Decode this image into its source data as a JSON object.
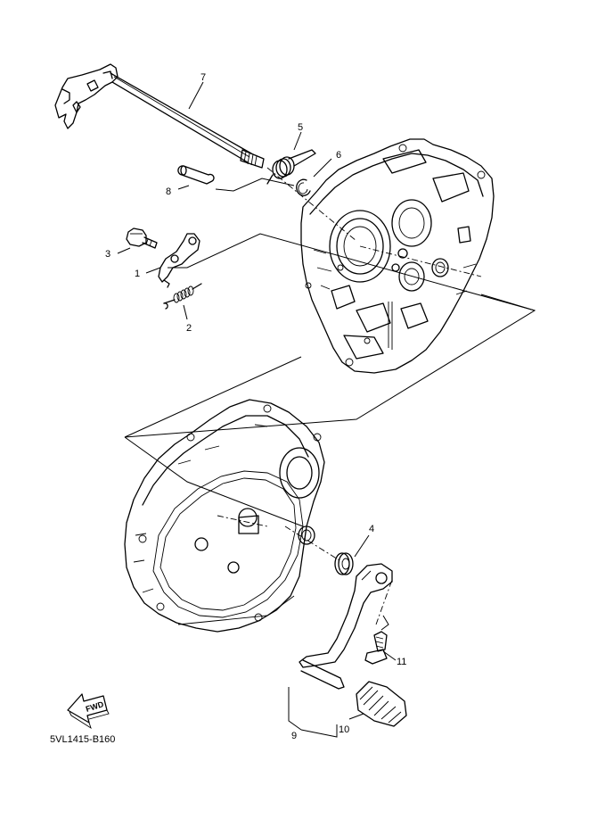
{
  "diagram": {
    "catalog_code": "5VL1415-B160",
    "fwd_label": "FWD",
    "callouts": [
      {
        "id": "c1",
        "label": "1"
      },
      {
        "id": "c2",
        "label": "2"
      },
      {
        "id": "c3",
        "label": "3"
      },
      {
        "id": "c4",
        "label": "4"
      },
      {
        "id": "c5",
        "label": "5"
      },
      {
        "id": "c6",
        "label": "6"
      },
      {
        "id": "c7",
        "label": "7"
      },
      {
        "id": "c8",
        "label": "8"
      },
      {
        "id": "c9",
        "label": "9"
      },
      {
        "id": "c10",
        "label": "10"
      },
      {
        "id": "c11",
        "label": "11"
      }
    ]
  }
}
